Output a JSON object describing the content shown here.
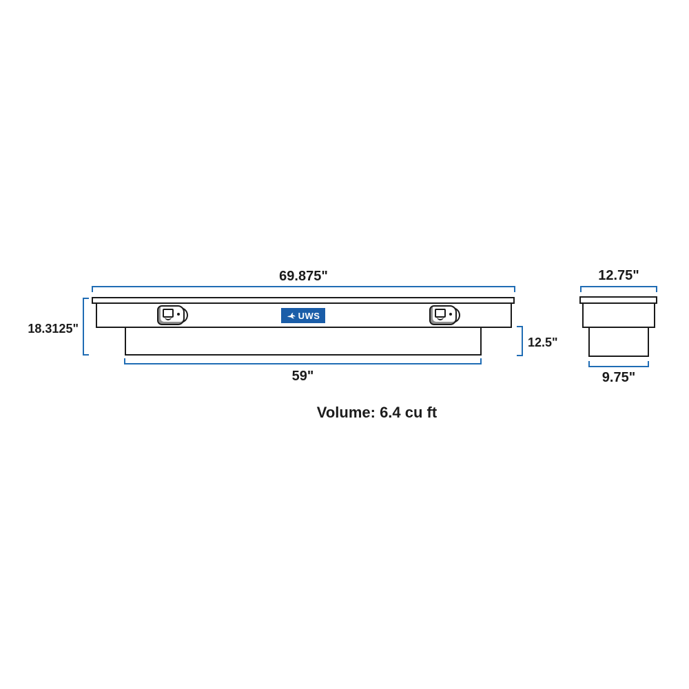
{
  "colors": {
    "dimension_line": "#1f6cb4",
    "outline": "#1a1a1a",
    "background": "#ffffff",
    "logo_background": "#1a5da8",
    "logo_text_color": "#ffffff"
  },
  "logo": {
    "text": "UWS",
    "icon": "marlin-icon"
  },
  "front_view": {
    "width_top": "69.875\"",
    "height_overall": "18.3125\"",
    "height_base": "12.5\"",
    "width_base": "59\""
  },
  "side_view": {
    "width_top": "12.75\"",
    "width_base": "9.75\""
  },
  "volume": {
    "label": "Volume: 6.4 cu ft"
  }
}
